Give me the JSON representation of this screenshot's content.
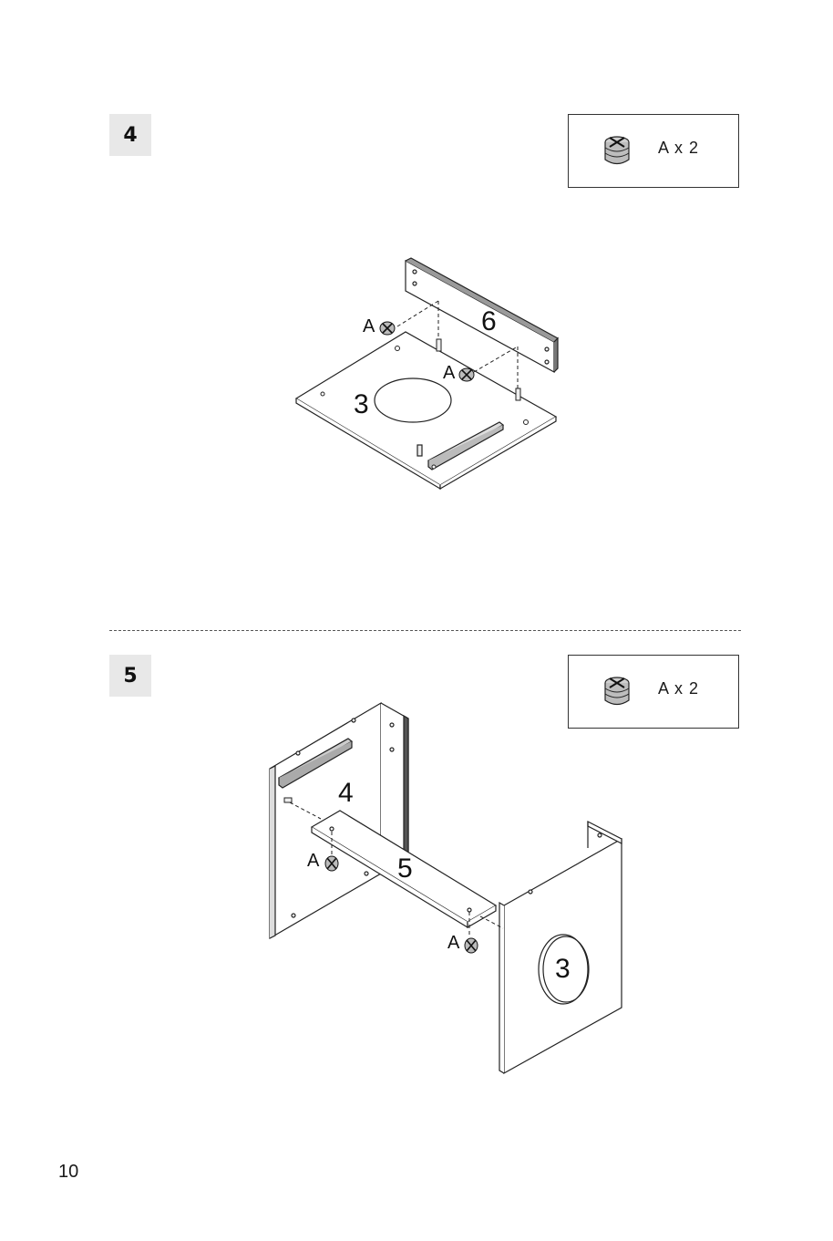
{
  "steps": [
    {
      "number": "4",
      "parts": {
        "label": "A  x 2",
        "icon": "cam-lock-fitting-icon"
      },
      "labels": {
        "part_a1": "A",
        "part_a2": "A",
        "panel_6": "6",
        "panel_3": "3"
      }
    },
    {
      "number": "5",
      "parts": {
        "label": "A  x 2",
        "icon": "cam-lock-fitting-icon"
      },
      "labels": {
        "part_a1": "A",
        "part_a2": "A",
        "panel_4": "4",
        "panel_5": "5",
        "panel_3": "3"
      }
    }
  ],
  "page_number": "10"
}
